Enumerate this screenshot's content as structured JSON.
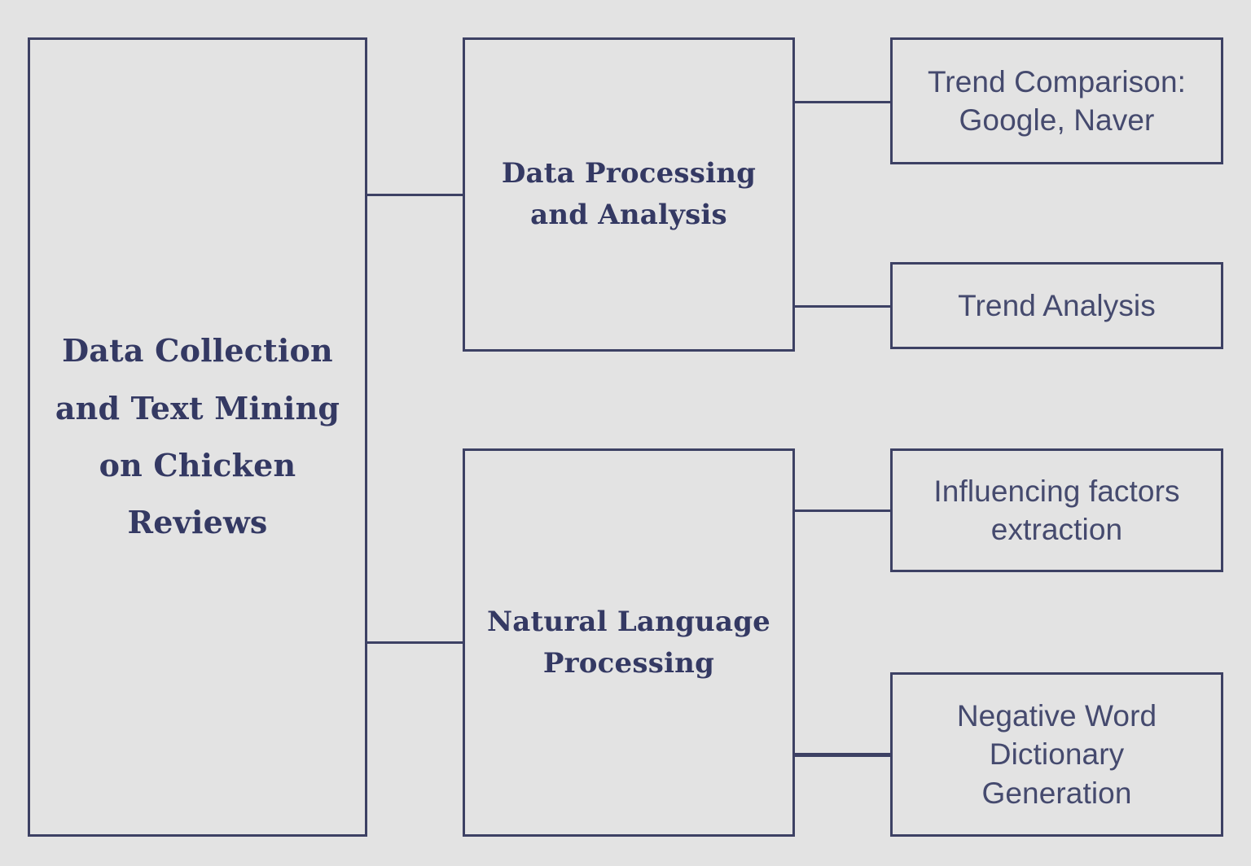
{
  "diagram": {
    "type": "hierarchy-tree",
    "orientation": "left-to-right",
    "background_color": "#e3e3e3",
    "border_color": "#3d4164",
    "text_color": "#353a63",
    "root": {
      "label": "Data Collection\nand Text Mining\non Chicken\nReviews"
    },
    "branches": [
      {
        "id": "data-processing",
        "label": "Data Processing\nand Analysis",
        "leaves": [
          {
            "id": "trend-comparison",
            "label": "Trend Comparison:\nGoogle, Naver"
          },
          {
            "id": "trend-analysis",
            "label": "Trend Analysis"
          }
        ]
      },
      {
        "id": "natural-language-processing",
        "label": "Natural Language\nProcessing",
        "leaves": [
          {
            "id": "influencing-factors",
            "label": "Influencing factors\nextraction"
          },
          {
            "id": "negative-word",
            "label": "Negative Word\nDictionary\nGeneration"
          }
        ]
      }
    ]
  }
}
